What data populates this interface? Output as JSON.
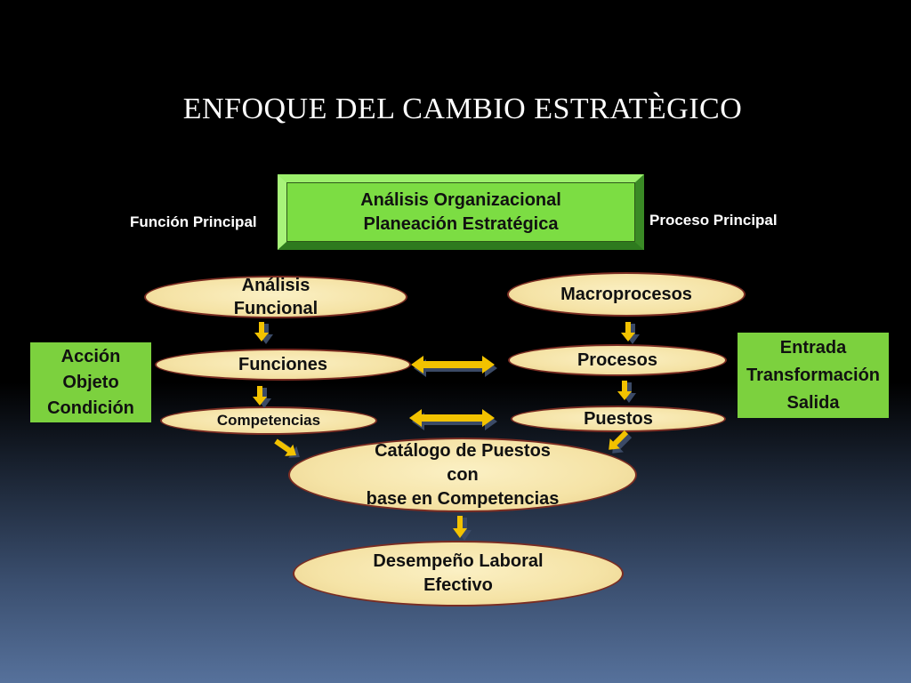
{
  "title": "ENFOQUE DEL CAMBIO  ESTRATÈGICO",
  "left_label": "Función Principal",
  "right_label": "Proceso Principal",
  "top_box": {
    "line1": "Análisis Organizacional",
    "line2": "Planeación Estratégica"
  },
  "left_column": {
    "analisis_funcional": {
      "line1": "Análisis",
      "line2": "Funcional"
    },
    "funciones": "Funciones",
    "competencias": "Competencias"
  },
  "right_column": {
    "macroprocesos": "Macroprocesos",
    "procesos": "Procesos",
    "puestos": "Puestos"
  },
  "catalogo": {
    "line1": "Catálogo de Puestos",
    "line2": "con",
    "line3": "base en Competencias"
  },
  "desempeno": {
    "line1": "Desempeño Laboral",
    "line2": "Efectivo"
  },
  "left_box": {
    "line1": "Acción",
    "line2": "Objeto",
    "line3": "Condición"
  },
  "right_box": {
    "line1": "Entrada",
    "line2": "Transformación",
    "line3": "Salida"
  },
  "colors": {
    "arrow_fill": "#f2c200",
    "arrow_shadow": "#3b4a66",
    "green": "#7cd13e",
    "ellipse_border": "#7a2c22"
  }
}
